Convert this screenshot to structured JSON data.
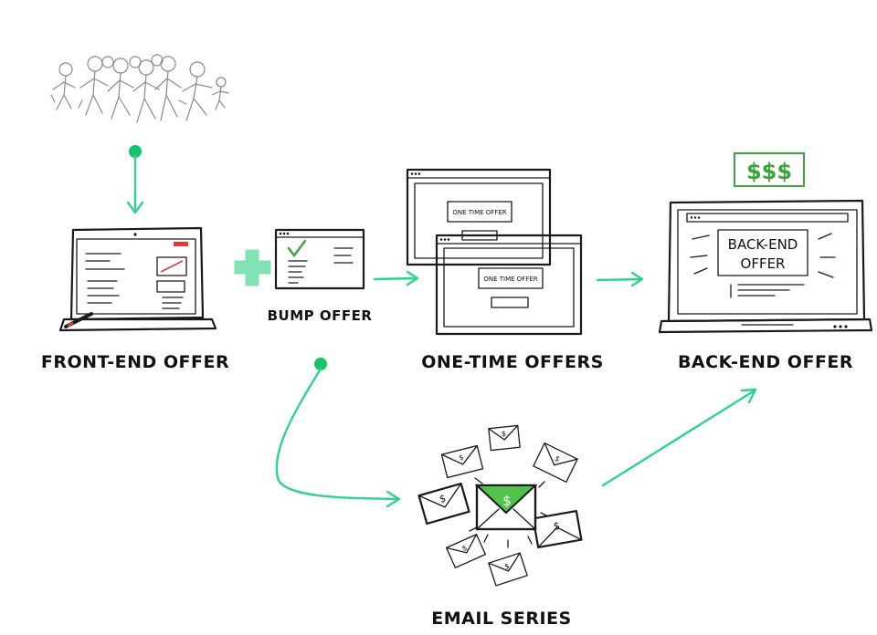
{
  "labels": {
    "front_end": "FRONT-END OFFER",
    "bump": "BUMP OFFER",
    "one_time": "ONE-TIME OFFERS",
    "back_end": "BACK-END OFFER",
    "email": "EMAIL SERIES"
  },
  "screens": {
    "oto_back": "ONE TIME OFFER",
    "oto_front": "ONE TIME OFFER",
    "back_end_line1": "BACK-END",
    "back_end_line2": "OFFER",
    "money": "$$$",
    "dollar": "$"
  },
  "colors": {
    "arrow": "#2fd38a",
    "dot": "#15c46a",
    "plus": "#7fe3b4",
    "envelope_green": "#4fc34b",
    "money": "#3aa53a"
  }
}
